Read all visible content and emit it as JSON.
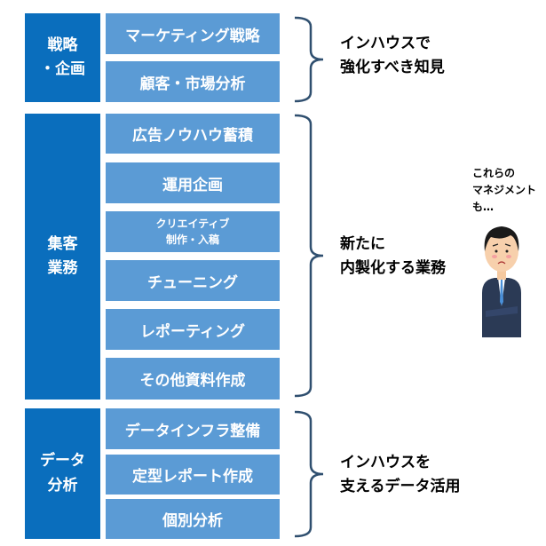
{
  "groups": [
    {
      "category": "戦略\n・企画",
      "items": [
        "マーケティング戦略",
        "顧客・市場分析"
      ],
      "note": "インハウスで\n強化すべき知見"
    },
    {
      "category": "集客\n業務",
      "items": [
        "広告ノウハウ蓄積",
        "運用企画",
        "クリエイティブ\n制作・入稿",
        "チューニング",
        "レポーティング",
        "その他資料作成"
      ],
      "note": "新たに\n内製化する業務"
    },
    {
      "category": "データ\n分析",
      "items": [
        "データインフラ整備",
        "定型レポート作成",
        "個別分析"
      ],
      "note": "インハウスを\n支えるデータ活用"
    }
  ],
  "character": {
    "speech": "これらの\nマネジメントも…"
  },
  "colors": {
    "category": "#0a6ebd",
    "item": "#5b9bd5",
    "brace": "#2f4f6f"
  }
}
